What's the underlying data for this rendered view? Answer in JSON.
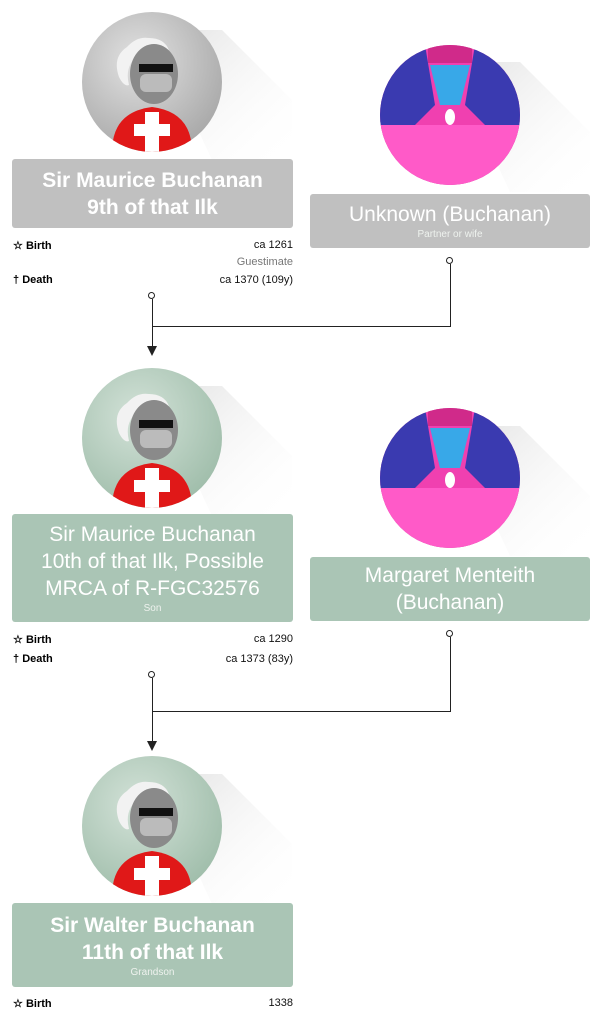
{
  "colors": {
    "ancestor_card": "#c0c0c0",
    "descendant_card": "#aac5b5"
  },
  "generations": [
    {
      "person": {
        "name_line1": "Sir Maurice Buchanan",
        "name_line2": "9th of that Ilk",
        "avatar": "knight-avatar",
        "birth_label": "Birth",
        "birth_value": "ca 1261",
        "birth_note": "Guestimate",
        "death_label": "Death",
        "death_value": "ca 1370 (109y)"
      },
      "partner": {
        "name": "Unknown (Buchanan)",
        "relation": "Partner or wife",
        "avatar": "woman-avatar"
      }
    },
    {
      "person": {
        "name_line1": "Sir Maurice Buchanan",
        "name_line2": "10th of that Ilk, Possible",
        "name_line3": "MRCA of R-FGC32576",
        "relation": "Son",
        "avatar": "knight-avatar",
        "birth_label": "Birth",
        "birth_value": "ca 1290",
        "death_label": "Death",
        "death_value": "ca 1373 (83y)"
      },
      "partner": {
        "name_line1": "Margaret Menteith",
        "name_line2": "(Buchanan)",
        "avatar": "woman-avatar"
      }
    },
    {
      "person": {
        "name_line1": "Sir Walter Buchanan",
        "name_line2": "11th of that Ilk",
        "relation": "Grandson",
        "avatar": "knight-avatar",
        "birth_label": "Birth",
        "birth_value": "1338"
      }
    }
  ],
  "icons": {
    "birth": "☆",
    "death": "†"
  }
}
